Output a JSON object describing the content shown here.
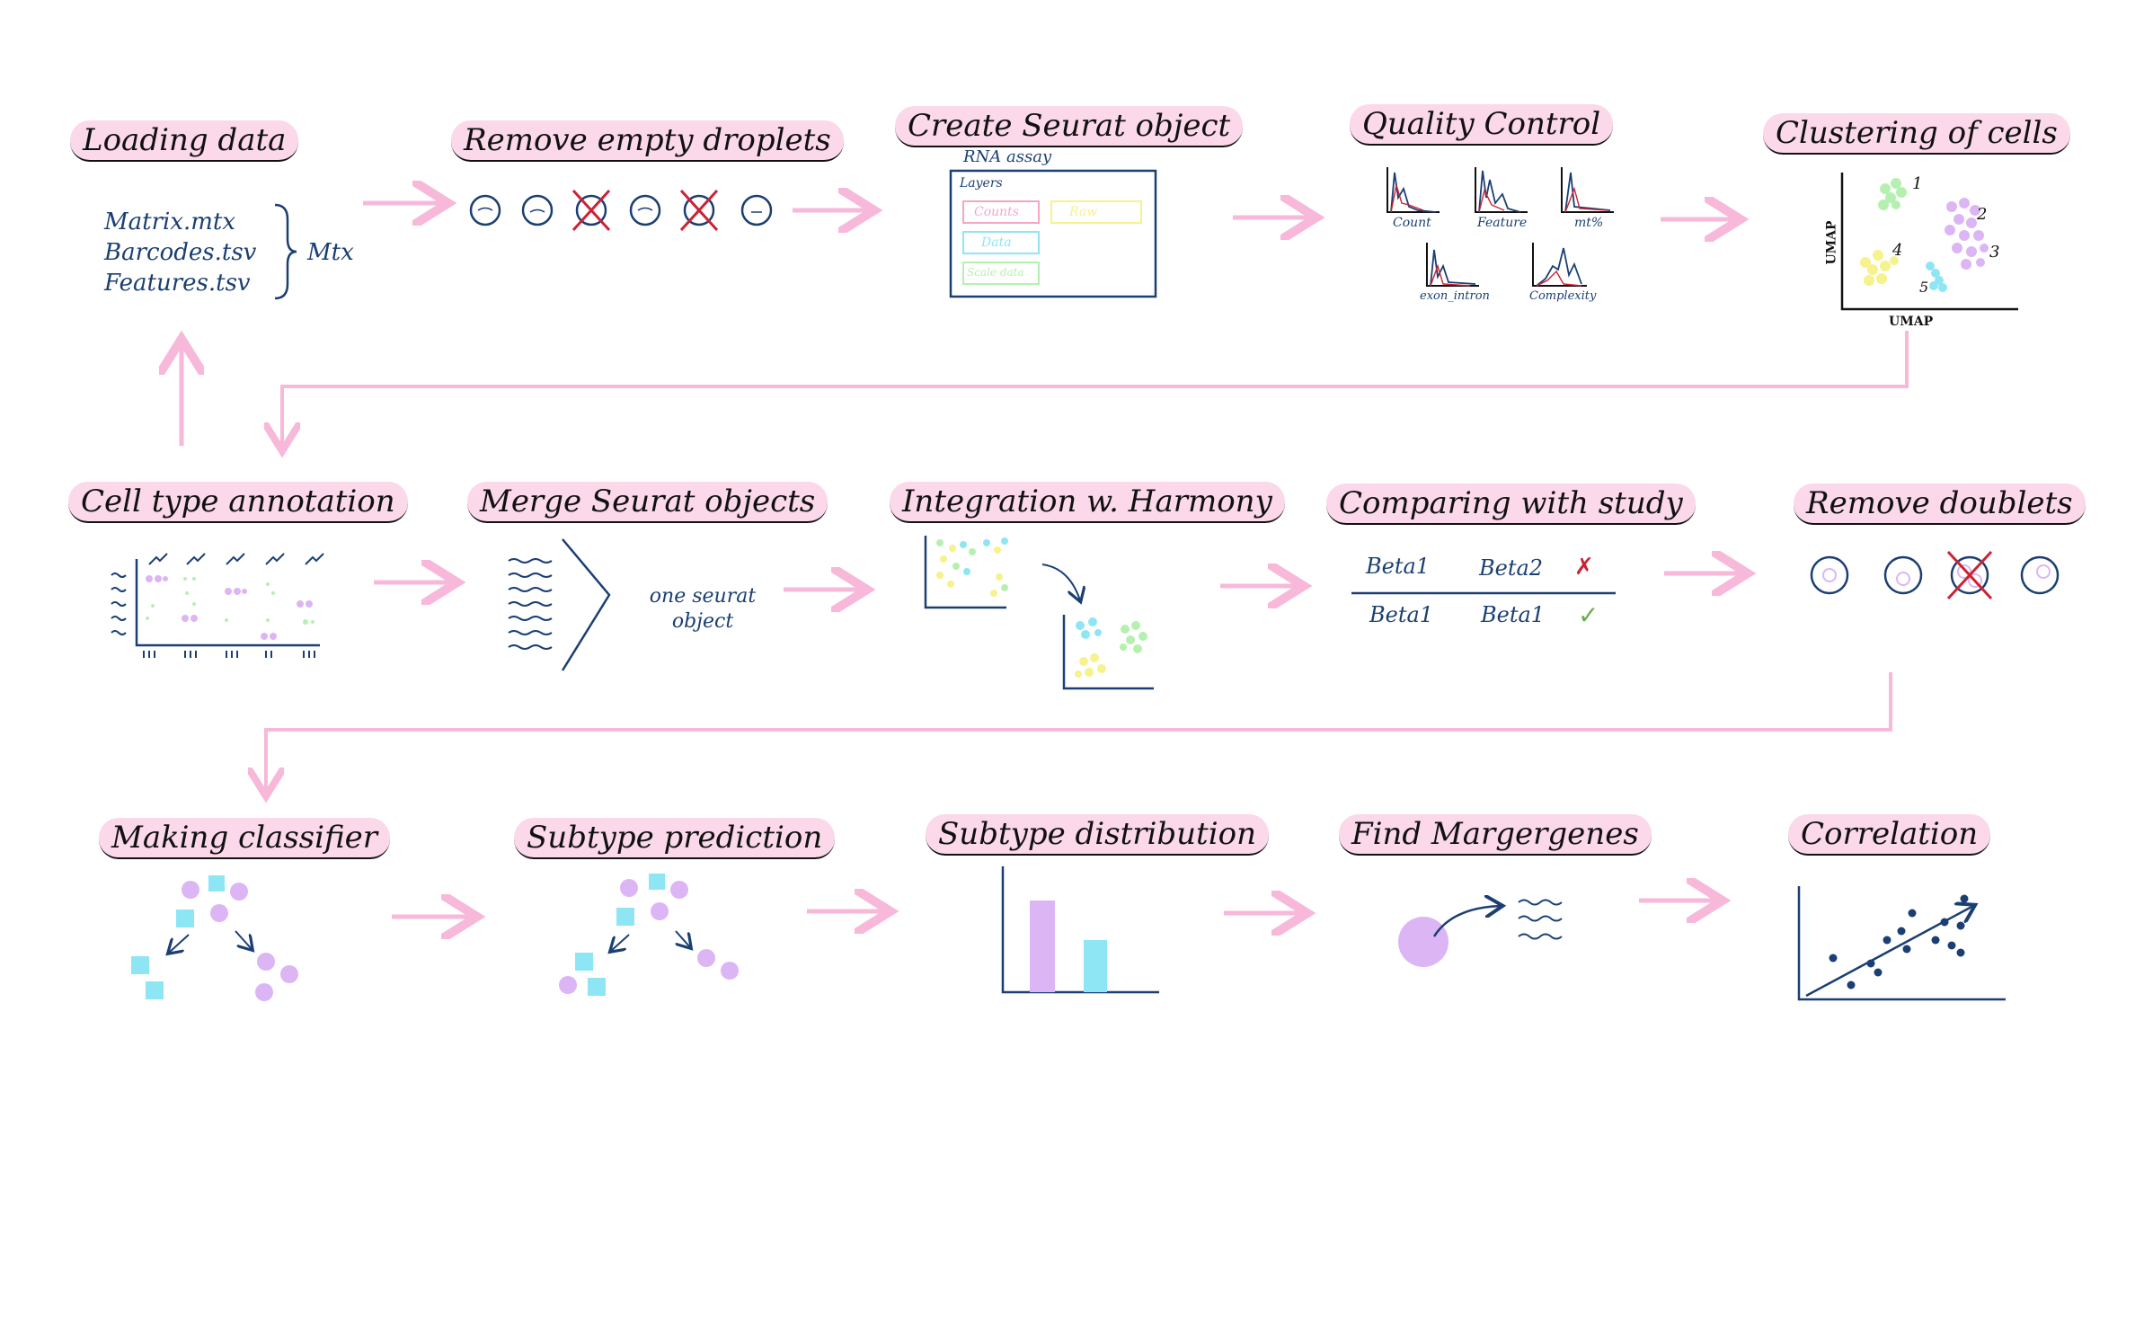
{
  "steps": [
    {
      "id": "loading",
      "title": "Loading data"
    },
    {
      "id": "empty",
      "title": "Remove empty droplets"
    },
    {
      "id": "seurat",
      "title": "Create Seurat object"
    },
    {
      "id": "qc",
      "title": "Quality Control"
    },
    {
      "id": "cluster",
      "title": "Clustering of cells"
    },
    {
      "id": "annot",
      "title": "Cell type annotation"
    },
    {
      "id": "merge",
      "title": "Merge Seurat objects"
    },
    {
      "id": "harmony",
      "title": "Integration w. Harmony"
    },
    {
      "id": "compare",
      "title": "Comparing with study"
    },
    {
      "id": "doublets",
      "title": "Remove doublets"
    },
    {
      "id": "classifier",
      "title": "Making classifier"
    },
    {
      "id": "subtype",
      "title": "Subtype prediction"
    },
    {
      "id": "dist",
      "title": "Subtype distribution"
    },
    {
      "id": "marker",
      "title": "Find Margergenes"
    },
    {
      "id": "corr",
      "title": "Correlation"
    }
  ],
  "loading": {
    "files": [
      "Matrix.mtx",
      "Barcodes.tsv",
      "Features.tsv"
    ],
    "group": "Mtx"
  },
  "seurat": {
    "assay": "RNA assay",
    "layers_label": "Layers",
    "layers": [
      "Counts",
      "Data",
      "Scale data",
      "Raw"
    ]
  },
  "qc": {
    "plots": [
      "Count",
      "Feature",
      "mt%",
      "exon_intron",
      "Complexity"
    ]
  },
  "cluster": {
    "xlabel": "UMAP",
    "ylabel": "UMAP",
    "clusters": [
      "1",
      "2",
      "3",
      "4",
      "5"
    ]
  },
  "merge": {
    "result": "one seurat object"
  },
  "compare": {
    "rows": [
      [
        "Beta1",
        "Beta2",
        "✗"
      ],
      [
        "Beta1",
        "Beta1",
        "✓"
      ]
    ]
  },
  "colors": {
    "pink": "#fbd8ea",
    "arrow": "#f7b8da",
    "navy": "#1b3f73",
    "purple": "#dcb6f4",
    "cyan": "#8ee6f5",
    "yellow": "#f6f28d",
    "green": "#b6f0b0",
    "red": "#cc2233"
  }
}
